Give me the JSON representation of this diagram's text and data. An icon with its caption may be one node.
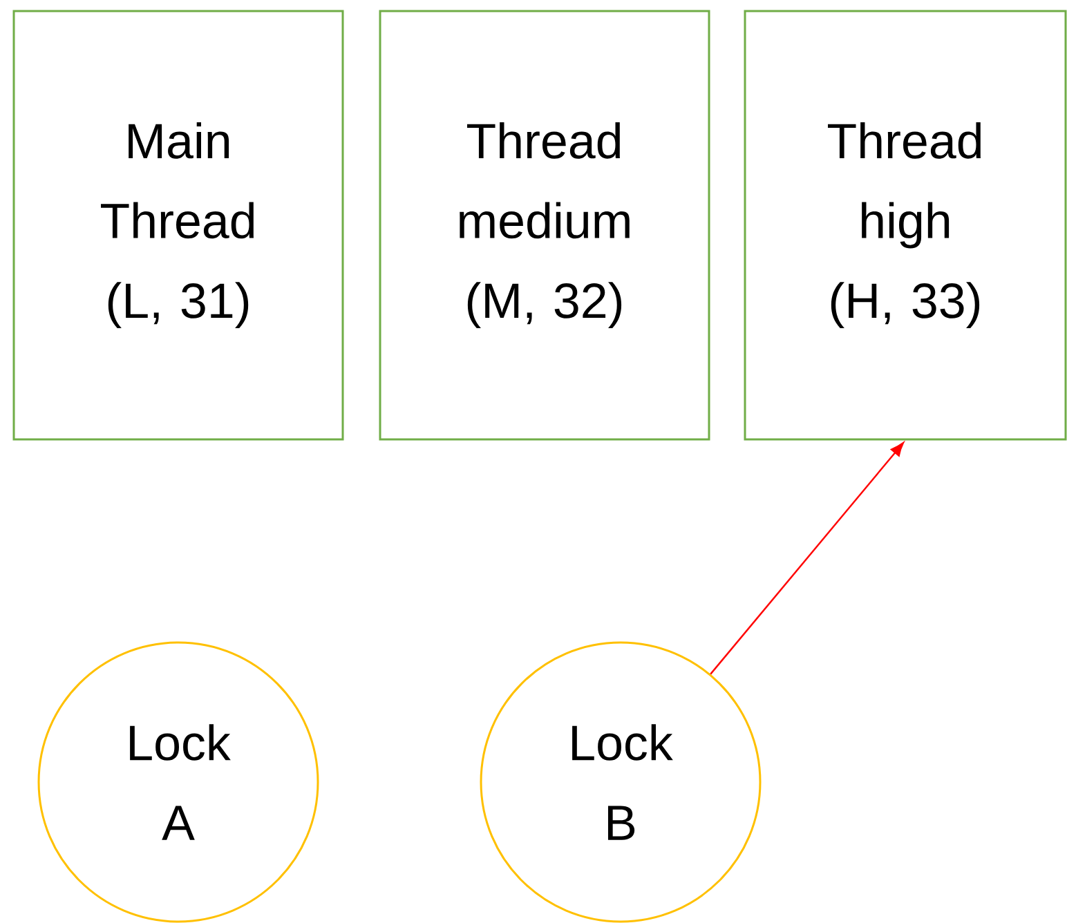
{
  "diagram": {
    "nodes": [
      {
        "text": [
          "Main Thread",
          "(L, 31)"
        ]
      },
      {
        "text": [
          "Thread medium",
          "(M, 32)"
        ]
      },
      {
        "text": [
          "Thread high",
          "(H, 33)"
        ]
      },
      {
        "text": [
          "Lock A"
        ]
      },
      {
        "text": [
          "Lock B"
        ]
      }
    ],
    "edges": [
      {
        "from": 4,
        "to": 2,
        "arrow": "to",
        "color": "#ff0000"
      }
    ]
  }
}
